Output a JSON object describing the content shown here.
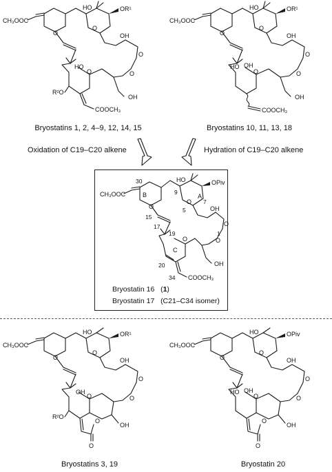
{
  "captions": {
    "top_left": "Bryostatins 1, 2, 4–9, 12, 14, 15",
    "top_right": "Bryostatins 10, 11, 13, 18",
    "bottom_left": "Bryostatins 3, 19",
    "bottom_right": "Bryostatin 20"
  },
  "arrows": {
    "left_label": "Oxidation of C19–C20 alkene",
    "right_label": "Hydration of C19–C20 alkene"
  },
  "central_box": {
    "line1_name": "Bryostatin 16",
    "line1_ref_open": "(",
    "line1_ref": "1",
    "line1_ref_close": ")",
    "line2_name": "Bryostatin 17",
    "line2_note": "(C21–C34 isomer)"
  },
  "atom_labels": {
    "ester": "CH₃OOC",
    "ester_bottom": "COOCH₃",
    "ho": "HO",
    "or1": "OR¹",
    "r2o": "R²O",
    "oh": "OH",
    "o": "O",
    "opiv": "OPiv"
  },
  "ring_labels": {
    "a": "A",
    "b": "B",
    "c": "C"
  },
  "position_numbers": [
    "30",
    "9",
    "7",
    "15",
    "5",
    "1",
    "17",
    "19",
    "20",
    "34"
  ],
  "colors": {
    "ink": "#1a1a1a",
    "background": "#ffffff"
  }
}
